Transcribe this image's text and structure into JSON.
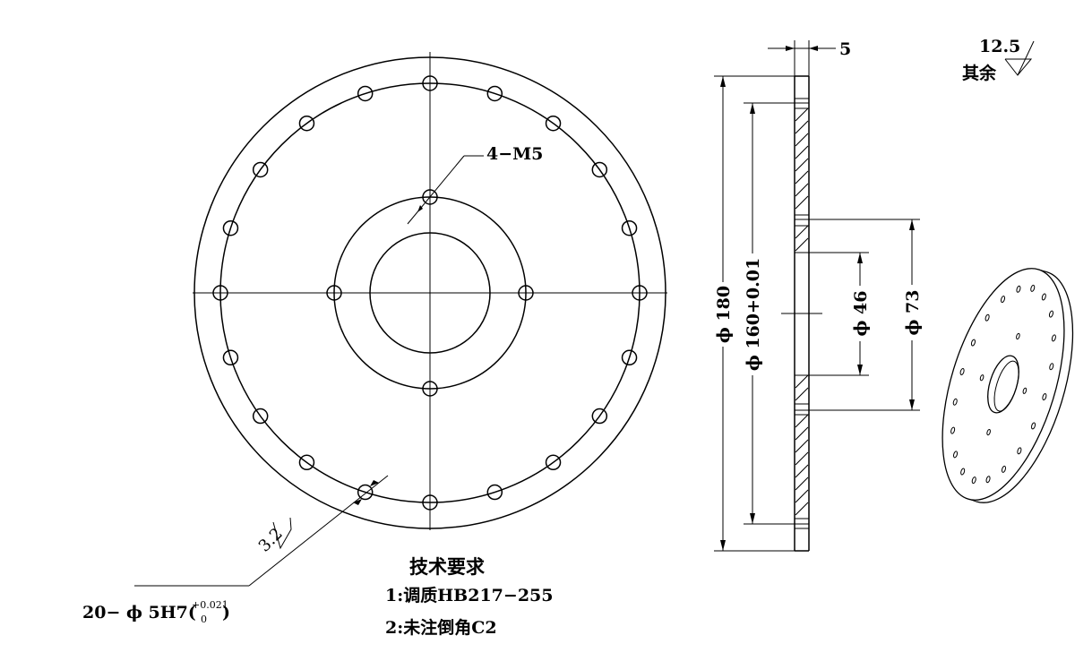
{
  "front_view": {
    "thread_holes_label": "4−M5",
    "pin_holes_label_main": "20− ϕ 5H7(",
    "pin_holes_tol_upper": "+0.021",
    "pin_holes_tol_lower": "0",
    "pin_holes_label_close": ")",
    "roughness_hole": "3.2",
    "pin_hole_count": 20,
    "thread_hole_count": 4
  },
  "side_view": {
    "thickness": "5",
    "dia_outer": "ϕ 180",
    "dia_bolt_circle": "ϕ 160+0.01",
    "dia_bore": "ϕ 46",
    "dia_hub": "ϕ 73"
  },
  "roughness_general": {
    "value": "12.5",
    "label": "其余"
  },
  "tech_requirements": {
    "title": "技术要求",
    "item1": "1:调质HB217−255",
    "item2": "2:未注倒角C2"
  }
}
